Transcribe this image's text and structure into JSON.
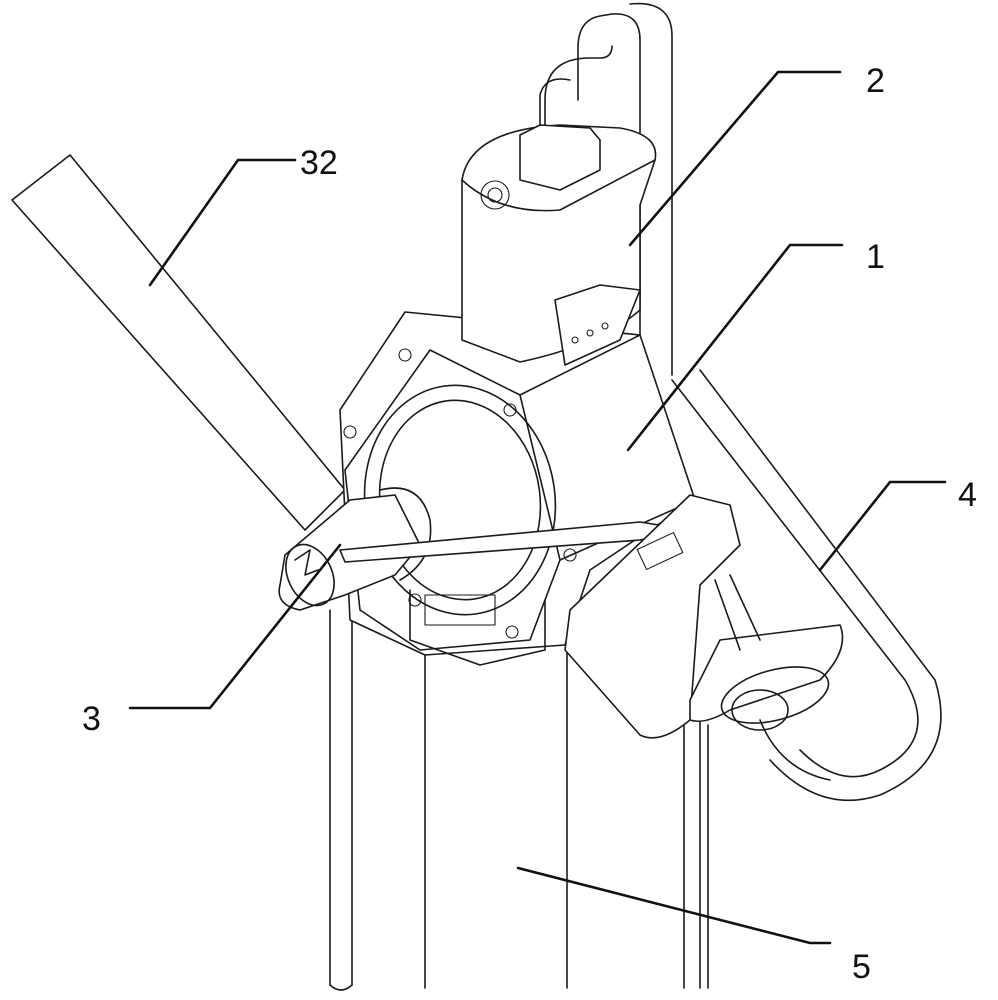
{
  "labels": {
    "main_body": "1",
    "upper_unit": "2",
    "nose": "3",
    "blade": "32",
    "side_pipe": "4",
    "mast": "5"
  }
}
